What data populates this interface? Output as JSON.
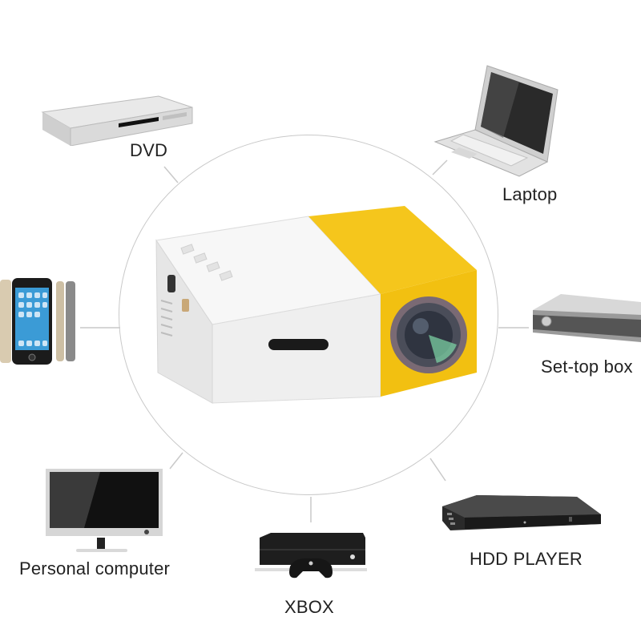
{
  "center": {
    "product": "mini-projector",
    "colors": {
      "body": "#f2f2f2",
      "accent": "#f5c61c",
      "lens_ring": "#7a6a74"
    }
  },
  "devices": [
    {
      "id": "dvd",
      "label": "DVD",
      "icon": "dvd-player-icon"
    },
    {
      "id": "laptop",
      "label": "Laptop",
      "icon": "laptop-icon"
    },
    {
      "id": "phone",
      "label": "",
      "icon": "smartphone-icon"
    },
    {
      "id": "settop",
      "label": "Set-top box",
      "icon": "set-top-box-icon"
    },
    {
      "id": "pc",
      "label": "Personal computer",
      "icon": "monitor-icon"
    },
    {
      "id": "xbox",
      "label": "XBOX",
      "icon": "game-console-icon"
    },
    {
      "id": "hdd",
      "label": "HDD PLAYER",
      "icon": "media-player-icon"
    }
  ],
  "colors": {
    "ring": "#c9c9c9",
    "connector": "#c9c9c9",
    "text": "#222222"
  }
}
